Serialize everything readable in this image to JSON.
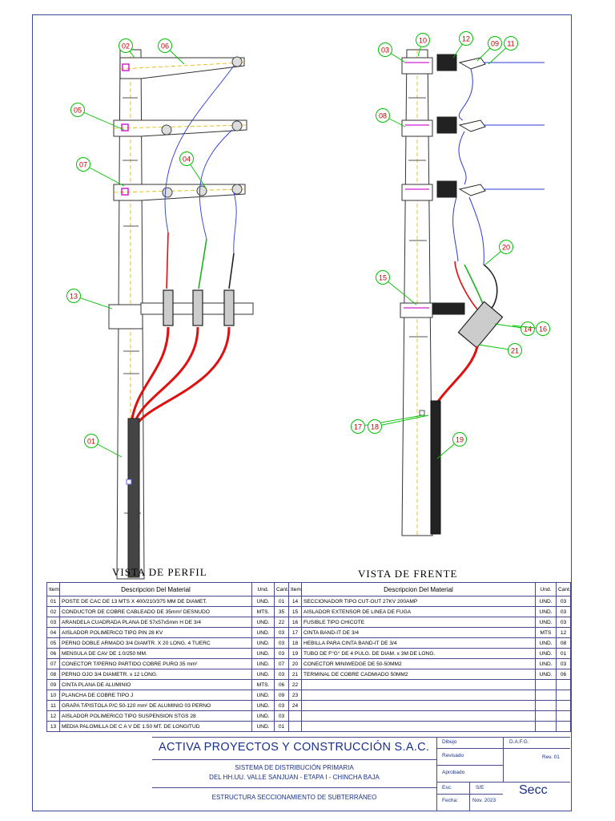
{
  "views": {
    "left_title": "VISTA DE PERFIL",
    "right_title": "VISTA DE FRENTE"
  },
  "callouts": {
    "left": [
      {
        "label": "02"
      },
      {
        "label": "06"
      },
      {
        "label": "05"
      },
      {
        "label": "07"
      },
      {
        "label": "04"
      },
      {
        "label": "13"
      },
      {
        "label": "01"
      }
    ],
    "right": [
      {
        "label": "03"
      },
      {
        "label": "10"
      },
      {
        "label": "12"
      },
      {
        "label": "09"
      },
      {
        "label": "11"
      },
      {
        "label": "08"
      },
      {
        "label": "20"
      },
      {
        "label": "15"
      },
      {
        "label": "14"
      },
      {
        "label": "16"
      },
      {
        "label": "21"
      },
      {
        "label": "17"
      },
      {
        "label": "18"
      },
      {
        "label": "19"
      }
    ]
  },
  "materials": {
    "headers": {
      "item": "Item",
      "desc": "Descripcion Del Material",
      "und": "Und.",
      "cant": "Cant."
    },
    "left": [
      {
        "item": "01",
        "desc": "POSTE DE CAC DE 13 MTS X 400/210/375 MM DE DIAMET.",
        "und": "UND.",
        "cant": "01"
      },
      {
        "item": "02",
        "desc": "CONDUCTOR DE COBRE CABLEADO DE 35mm² DESNUDO",
        "und": "MTS.",
        "cant": "35"
      },
      {
        "item": "03",
        "desc": "ARANDELA CUADRADA PLANA  DE 57x57x5mm H DE 3/4",
        "und": "UND.",
        "cant": "22"
      },
      {
        "item": "04",
        "desc": "AISLADOR POLIMERICO TIPO PIN 28 KV",
        "und": "UND.",
        "cant": "03"
      },
      {
        "item": "05",
        "desc": "PERNO DOBLE ARMADO 3/4 DIAMTR. X 20 LONG. 4 TUERC",
        "und": "UND.",
        "cant": "03"
      },
      {
        "item": "06",
        "desc": "MENSULA DE CAV DE 1.0/250 MM.",
        "und": "UND.",
        "cant": "03"
      },
      {
        "item": "07",
        "desc": "CONECTOR T/PERNO PARTIDO COBRE PURO 35 mm²",
        "und": "UND.",
        "cant": "07"
      },
      {
        "item": "08",
        "desc": " PERNO OJO 3/4 DIAMETR. x 12 LONG.",
        "und": "UND.",
        "cant": "03"
      },
      {
        "item": "09",
        "desc": "  CINTA PLANA DE ALUMINIO",
        "und": "MTS.",
        "cant": "06"
      },
      {
        "item": "10",
        "desc": "  PLANCHA DE COBRE TIPO J",
        "und": "UND.",
        "cant": "09"
      },
      {
        "item": "11",
        "desc": "  GRAPA T/PISTOLA P/C 50-120 mm² DE ALUMINIO 03 PERNO",
        "und": "UND.",
        "cant": "03"
      },
      {
        "item": "12",
        "desc": " AISLADOR POLIMERICO TIPO SUSPENSION STGS 28",
        "und": "UND.",
        "cant": "03"
      },
      {
        "item": "13",
        "desc": " MEDIA PALOMILLA DE C A V DE 1.50 MT. DE LONGITUD",
        "und": "UND.",
        "cant": "01"
      }
    ],
    "right": [
      {
        "item": "14",
        "desc": "SECCIONADOR TIPO CUT-OUT 27KV 200AMP",
        "und": "UND.",
        "cant": "03"
      },
      {
        "item": "15",
        "desc": " AISLADOR EXTENSOR DE LINEA DE FUGA",
        "und": "UND.",
        "cant": "03"
      },
      {
        "item": "16",
        "desc": " FUSIBLE TIPO CHICOTE",
        "und": "UND.",
        "cant": "03"
      },
      {
        "item": "17",
        "desc": "CINTA BAND-IT DE 3/4",
        "und": "MTS",
        "cant": "12"
      },
      {
        "item": "18",
        "desc": "HEBILLA PARA CINTA BAND-IT DE 3/4",
        "und": "UND.",
        "cant": "08"
      },
      {
        "item": "19",
        "desc": "TUBO DE F°G° DE 4 PULG. DE DIAM. x 3M DE LONG.",
        "und": "UND.",
        "cant": "01"
      },
      {
        "item": "20",
        "desc": "CONECTOR MINIWEDGE DE 50-50MM2",
        "und": "UND.",
        "cant": "03"
      },
      {
        "item": "21",
        "desc": "TERMINAL DE COBRE CADMIADO 50MM2",
        "und": "UND.",
        "cant": "06"
      },
      {
        "item": "22",
        "desc": "",
        "und": "",
        "cant": ""
      },
      {
        "item": "23",
        "desc": "",
        "und": "",
        "cant": ""
      },
      {
        "item": "24",
        "desc": "",
        "und": "",
        "cant": ""
      },
      {
        "item": "",
        "desc": "",
        "und": "",
        "cant": ""
      },
      {
        "item": "",
        "desc": "",
        "und": "",
        "cant": ""
      }
    ]
  },
  "title_block": {
    "company": "ACTIVA  PROYECTOS Y CONSTRUCCIÓN S.A.C.",
    "line1": "SISTEMA DE DISTRIBUCIÓN PRIMARIA",
    "line2": "DEL HH.UU. VALLE SANJUAN - ETAPA I - CHINCHA BAJA",
    "line3": "ESTRUCTURA SECCIONAMIENTO DE SUBTERRÁNEO",
    "dibujo_label": "Dibujo",
    "dibujo_value": "D.A.F.G.",
    "revisado_label": "Revisado",
    "rev": "Rev. 01",
    "aprobado_label": "Aprobado",
    "esc_label": "Esc.",
    "esc_value": "S/E",
    "fecha_label": "Fecha:",
    "fecha_value": "Nov. 2023",
    "code": "Secc"
  },
  "colors": {
    "frame": "#3a4a9a",
    "callout": "#00c000",
    "wire_blue": "#2a3ad8",
    "wire_red": "#e01010",
    "wire_green": "#20b020",
    "accent_pink": "#d020d0",
    "accent_yellow": "#e0b000",
    "title_blue": "#1a2f8a"
  }
}
